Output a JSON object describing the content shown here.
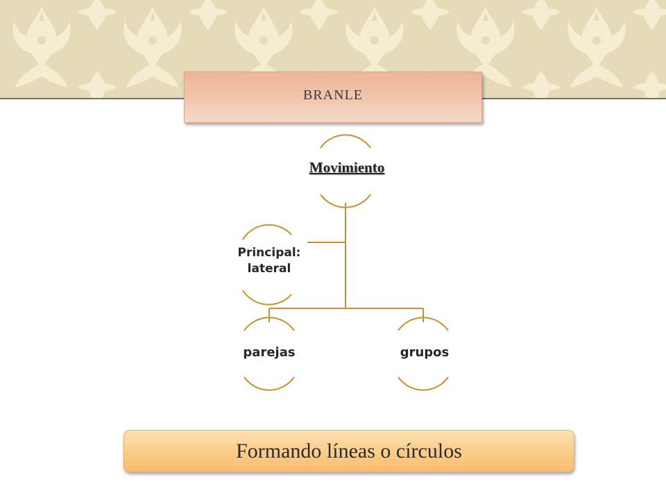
{
  "colors": {
    "banner_bg": "#e6dbb8",
    "banner_pattern": "#f5edd2",
    "connector": "#c8902e",
    "title_box": "#f2c7af",
    "bottom_box": "#fbcf8f"
  },
  "header": {
    "title": "BRANLE"
  },
  "diagram": {
    "root": "Movimiento",
    "side_node": "Principal: lateral",
    "children": [
      "parejas",
      "grupos"
    ]
  },
  "footer": {
    "text": "Formando líneas o círculos"
  }
}
